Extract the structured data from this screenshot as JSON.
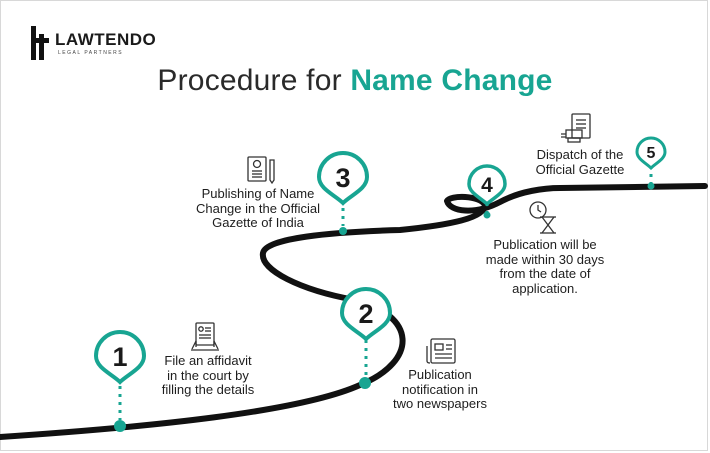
{
  "brand": {
    "name": "LAWTENDO",
    "tagline": "LEGAL PARTNERS"
  },
  "title": {
    "prefix": "Procedure for ",
    "highlight": "Name Change"
  },
  "colors": {
    "accent": "#18a592",
    "road": "#111111",
    "text": "#1e1e1e"
  },
  "steps": [
    {
      "number": "1",
      "icon": "affidavit-icon",
      "lines": [
        "File an affidavit",
        "in the court by",
        "filling the details"
      ]
    },
    {
      "number": "2",
      "icon": "newspaper-icon",
      "lines": [
        "Publication",
        "notification in",
        "two newspapers"
      ]
    },
    {
      "number": "3",
      "icon": "gazette-document-icon",
      "lines": [
        "Publishing of Name",
        "Change in the Official",
        "Gazette of India"
      ]
    },
    {
      "number": "4",
      "icon": "hourglass-clock-icon",
      "lines": [
        "Publication will be",
        "made within 30 days",
        "from the date of",
        "application."
      ]
    },
    {
      "number": "5",
      "icon": "dispatch-printer-icon",
      "lines": [
        "Dispatch of the",
        "Official Gazette"
      ]
    }
  ]
}
